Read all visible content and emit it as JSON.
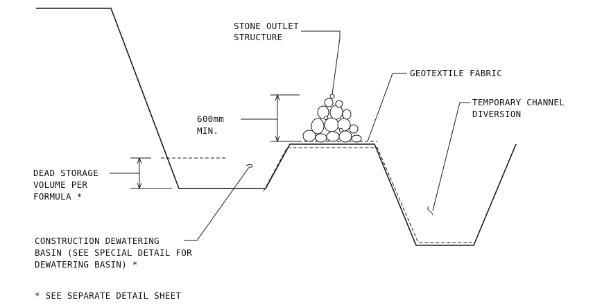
{
  "labels": {
    "stone_outlet_line1": "STONE OUTLET",
    "stone_outlet_line2": "STRUCTURE",
    "geotextile": "GEOTEXTILE FABRIC",
    "temp_channel_line1": "TEMPORARY CHANNEL",
    "temp_channel_line2": "DIVERSION",
    "height_line1": "600mm",
    "height_line2": "MIN.",
    "dead_storage_line1": "DEAD STORAGE",
    "dead_storage_line2": "VOLUME PER",
    "dead_storage_line3": "FORMULA *",
    "dewatering_line1": "CONSTRUCTION DEWATERING",
    "dewatering_line2": "BASIN (SEE SPECIAL DETAIL FOR",
    "dewatering_line3": "DEWATERING BASIN) *",
    "footnote": "* SEE SEPARATE DETAIL SHEET"
  }
}
